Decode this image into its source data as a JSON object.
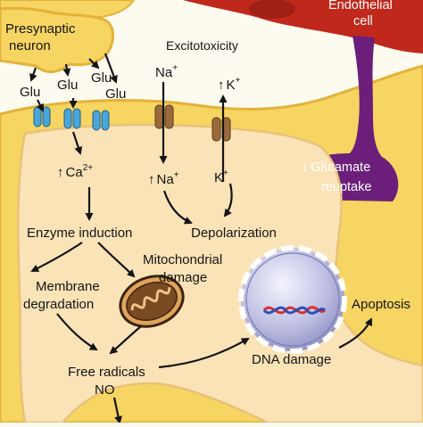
{
  "labels": {
    "presynaptic": [
      "Presynaptic",
      "neuron"
    ],
    "endothelial": [
      "Endothelial",
      "cell"
    ],
    "excitotoxicity": "Excitotoxicity",
    "glu": [
      "Glu",
      "Glu",
      "Glu",
      "Glu"
    ],
    "na_out": "Na",
    "k_out": "K",
    "ca_in": "Ca",
    "na_in": "Na",
    "k_in": "K",
    "glutamate_reuptake": [
      "Glutamate",
      "reuptake"
    ],
    "enzyme_induction": "Enzyme induction",
    "depolarization": "Depolarization",
    "mitochondrial_damage": [
      "Mitochondrial",
      "damage"
    ],
    "membrane_degradation": [
      "Membrane",
      "degradation"
    ],
    "apoptosis": "Apoptosis",
    "free_radicals": [
      "Free radicals",
      "NO"
    ],
    "dna_damage": "DNA damage",
    "up_arrow": "↑",
    "down_arrow": "↓",
    "plus": "+",
    "two_plus": "2+"
  },
  "colors": {
    "astrocyte": "#f6d562",
    "astrocyte_outline": "#e3b23a",
    "neuron_body": "#fbe3b8",
    "endothelial": "#c0281c",
    "glial_process": "#6b1f7a",
    "receptor_blue": "#4aa6d8",
    "channel_brown": "#9a6a3c",
    "nucleus": "#c9c9e6",
    "background": "#fdfbef"
  }
}
